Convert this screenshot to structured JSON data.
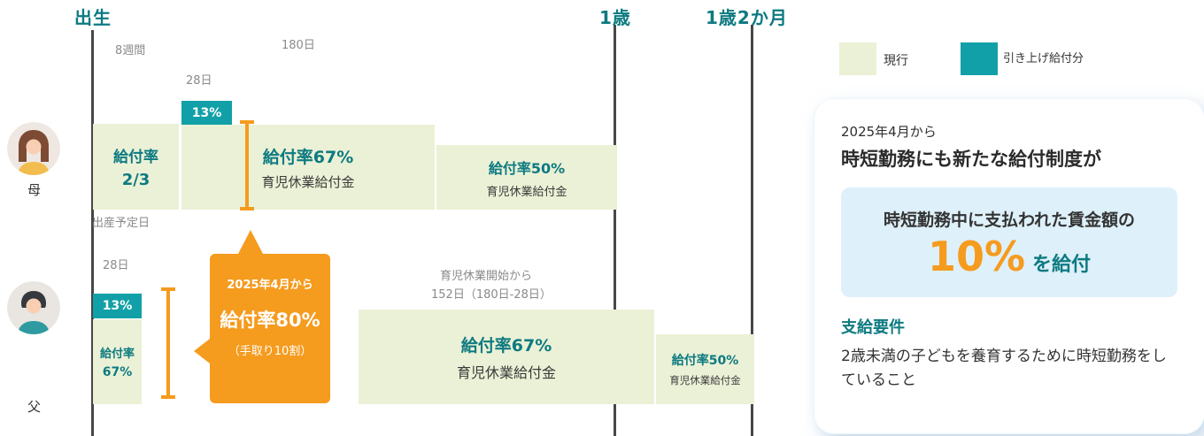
{
  "colors": {
    "teal": "#12a0a8",
    "teal_dark_text": "#0d7a81",
    "light_green": "#ebf1d6",
    "orange": "#f59b1e",
    "panel_highlight_blue": "#def0fa",
    "timeline_line": "#474747"
  },
  "timeline": {
    "marker_birth": "出生",
    "marker_age1": "1歳",
    "marker_age1_2m": "1歳2か月",
    "label_8weeks": "8週間",
    "label_180days": "180日",
    "label_28days_top": "28日",
    "label_due_date": "出産予定日",
    "label_28days_father": "28日",
    "label_leave_start_1": "育児休業開始から",
    "label_leave_start_2": "152日（180日-28日）"
  },
  "mother": {
    "name": "母",
    "box1_line1": "給付率",
    "box1_line2": "2/3",
    "badge": "13%",
    "box2_rate": "給付率67%",
    "box2_sub": "育児休業給付金",
    "box3_rate": "給付率50%",
    "box3_sub": "育児休業給付金"
  },
  "father": {
    "name": "父",
    "badge": "13%",
    "box1_line1": "給付率",
    "box1_line2": "67%",
    "callout_date": "2025年4月から",
    "callout_rate": "給付率80%",
    "callout_sub": "（手取り10割）",
    "box2_rate": "給付率67%",
    "box2_sub": "育児休業給付金",
    "box3_rate": "給付率50%",
    "box3_sub": "育児休業給付金"
  },
  "legend": {
    "current_label": "現行",
    "raised_label": "引き上げ給付分"
  },
  "panel": {
    "date": "2025年4月から",
    "title": "時短勤務にも新たな給付制度が",
    "highlight_text": "時短勤務中に支払われた賃金額の",
    "percent": "10%",
    "percent_suffix": "を給付",
    "requirement_title": "支給要件",
    "requirement_text": "2歳未満の子どもを養育するために時短勤務をしていること"
  }
}
